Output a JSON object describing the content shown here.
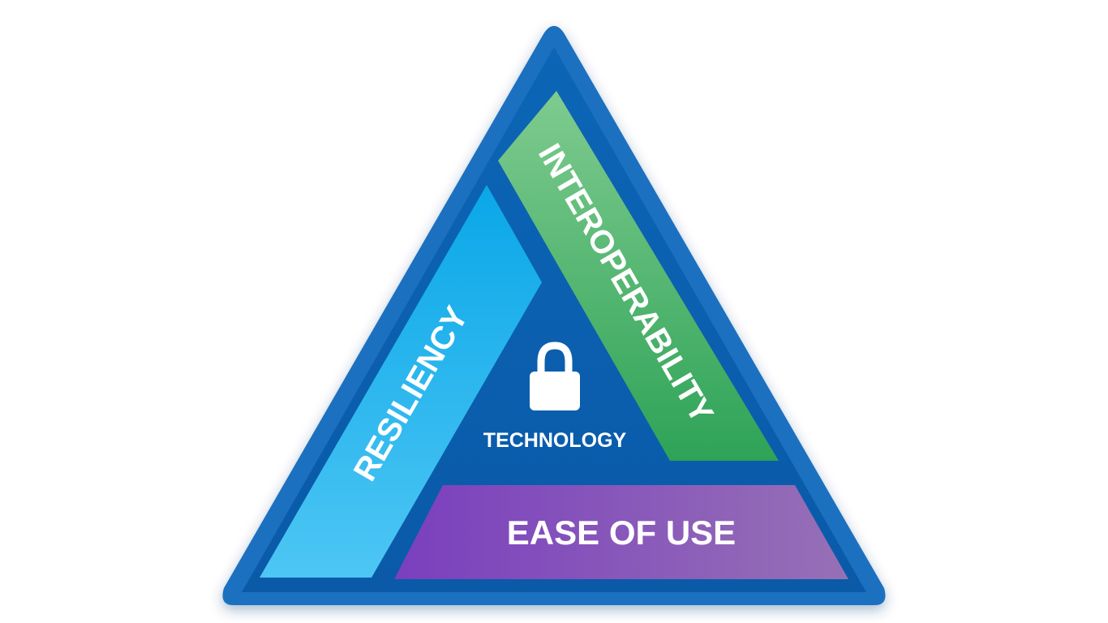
{
  "diagram": {
    "center": {
      "label": "TECHNOLOGY",
      "icon": "lock-icon"
    },
    "bands": {
      "resiliency": "RESILIENCY",
      "interoperability": "INTEROPERABILITY",
      "ease_of_use": "EASE OF USE"
    }
  },
  "colors": {
    "triangle_outer": "#1e6fc0",
    "triangle_inner": "#0a62b3",
    "resiliency_top": "#0aa7e8",
    "resiliency_bottom": "#4dc6f4",
    "interoperability_top": "#7fcb8f",
    "interoperability_bottom": "#2ea357",
    "ease_of_use_left": "#7a3fbe",
    "ease_of_use_right": "#9670b6",
    "text": "#ffffff"
  }
}
